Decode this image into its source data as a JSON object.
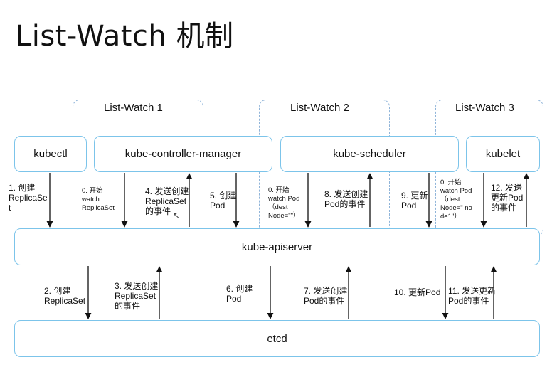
{
  "title": "List-Watch 机制",
  "groups": {
    "lw1": "List-Watch 1",
    "lw2": "List-Watch 2",
    "lw3": "List-Watch 3"
  },
  "components": {
    "kubectl": "kubectl",
    "controller_manager": "kube-controller-manager",
    "scheduler": "kube-scheduler",
    "kubelet": "kubelet",
    "apiserver": "kube-apiserver",
    "etcd": "etcd"
  },
  "upper_steps": {
    "s1": "1. 创建\nReplicaSe\nt",
    "s0a": "0. 开始\nwatch\nReplicaSet",
    "s4": "4. 发送创建\nReplicaSet\n的事件",
    "s5": "5. 创建\nPod",
    "s0b": "0. 开始\nwatch Pod\n（dest\nNode=\"\"）",
    "s8": "8. 发送创建\nPod的事件",
    "s9": "9. 更新\nPod",
    "s0c": "0. 开始\nwatch Pod\n（dest\nNode=\" no\nde1\"）",
    "s12": "12. 发送\n更新Pod\n的事件"
  },
  "lower_steps": {
    "s2": "2. 创建\nReplicaSet",
    "s3": "3. 发送创建\nReplicaSet\n的事件",
    "s6": "6. 创建\nPod",
    "s7": "7. 发送创建\nPod的事件",
    "s10": "10. 更新Pod",
    "s11": "11. 发送更新\nPod的事件"
  },
  "colors": {
    "box_border": "#7cc4ea",
    "dashed_border": "#8fb4d9",
    "arrow": "#111111"
  }
}
